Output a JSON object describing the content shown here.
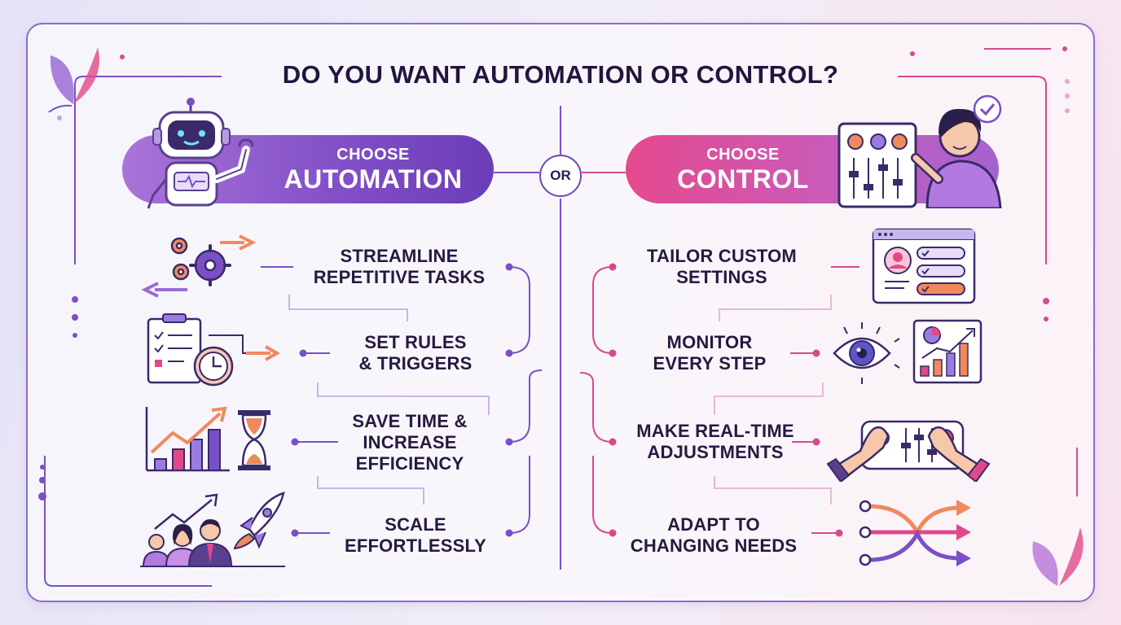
{
  "title": "DO YOU WANT AUTOMATION OR CONTROL?",
  "divider": "OR",
  "automation": {
    "choose": "CHOOSE",
    "label": "AUTOMATION",
    "items": [
      {
        "line1": "STREAMLINE",
        "line2": "REPETITIVE TASKS",
        "line3": ""
      },
      {
        "line1": "SET RULES",
        "line2": "& TRIGGERS",
        "line3": ""
      },
      {
        "line1": "SAVE TIME &",
        "line2": "INCREASE",
        "line3": "EFFICIENCY"
      },
      {
        "line1": "SCALE",
        "line2": "EFFORTLESSLY",
        "line3": ""
      }
    ]
  },
  "control": {
    "choose": "CHOOSE",
    "label": "CONTROL",
    "items": [
      {
        "line1": "TAILOR CUSTOM",
        "line2": "SETTINGS"
      },
      {
        "line1": "MONITOR",
        "line2": "EVERY STEP"
      },
      {
        "line1": "MAKE REAL-TIME",
        "line2": "ADJUSTMENTS"
      },
      {
        "line1": "ADAPT TO",
        "line2": "CHANGING NEEDS"
      }
    ]
  },
  "colors": {
    "purple": "#7b4fc6",
    "pink": "#e0478a",
    "orange": "#f08a5d",
    "navy": "#22163f"
  },
  "icons": {
    "header_left": "robot-icon",
    "header_right": "person-with-control-panel-icon",
    "automation_items": [
      "gears-arrows-icon",
      "checklist-clock-icon",
      "growth-chart-hourglass-icon",
      "team-rocket-icon"
    ],
    "control_items": [
      "settings-window-icon",
      "eye-analytics-icon",
      "hands-sliders-icon",
      "branching-arrows-icon"
    ]
  }
}
